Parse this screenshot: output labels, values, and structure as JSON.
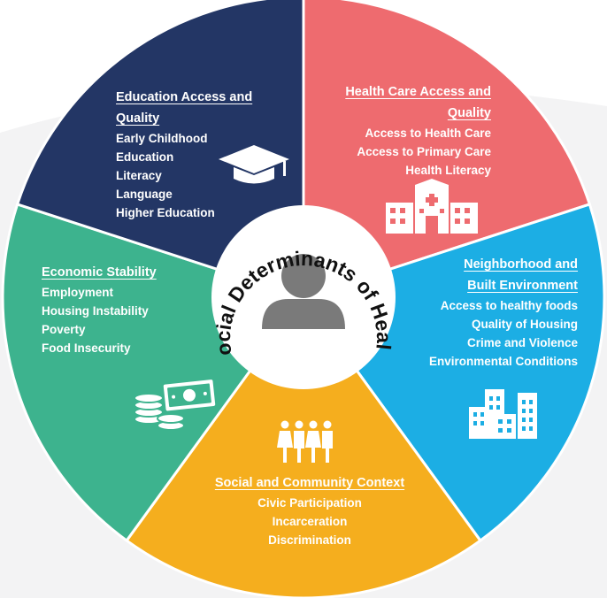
{
  "colors": {
    "education": "#233665",
    "health_care": "#EE6B6F",
    "neighborhood": "#1CAEE4",
    "social": "#F5AE1E",
    "economic": "#3DB38E",
    "center_fill": "#ffffff",
    "person_icon": "#7a7a7a",
    "center_text": "#111111",
    "background_accent": "#eeeeef"
  },
  "center": {
    "title": "Social Determinants of Health",
    "icon": "person-icon"
  },
  "segments": {
    "education": {
      "heading_lines": [
        "Education Access and",
        "Quality"
      ],
      "items": [
        "Early Childhood",
        "Education",
        "Literacy",
        "Language",
        "Higher Education"
      ],
      "icon": "graduation-cap-icon"
    },
    "health_care": {
      "heading_lines": [
        "Health Care Access and",
        "Quality"
      ],
      "items": [
        "Access to Health Care",
        "Access to Primary Care",
        "Health Literacy"
      ],
      "icon": "hospital-icon"
    },
    "neighborhood": {
      "heading_lines": [
        "Neighborhood and",
        "Built Environment"
      ],
      "items": [
        "Access to healthy foods",
        "Quality of Housing",
        "Crime and Violence",
        "Environmental Conditions"
      ],
      "icon": "buildings-icon"
    },
    "social": {
      "heading_lines": [
        "Social and Community Context"
      ],
      "items": [
        "Civic Participation",
        "Incarceration",
        "Discrimination"
      ],
      "icon": "people-group-icon"
    },
    "economic": {
      "heading_lines": [
        "Economic Stability"
      ],
      "items": [
        "Employment",
        "Housing Instability",
        "Poverty",
        "Food Insecurity"
      ],
      "icon": "money-coins-icon"
    }
  }
}
